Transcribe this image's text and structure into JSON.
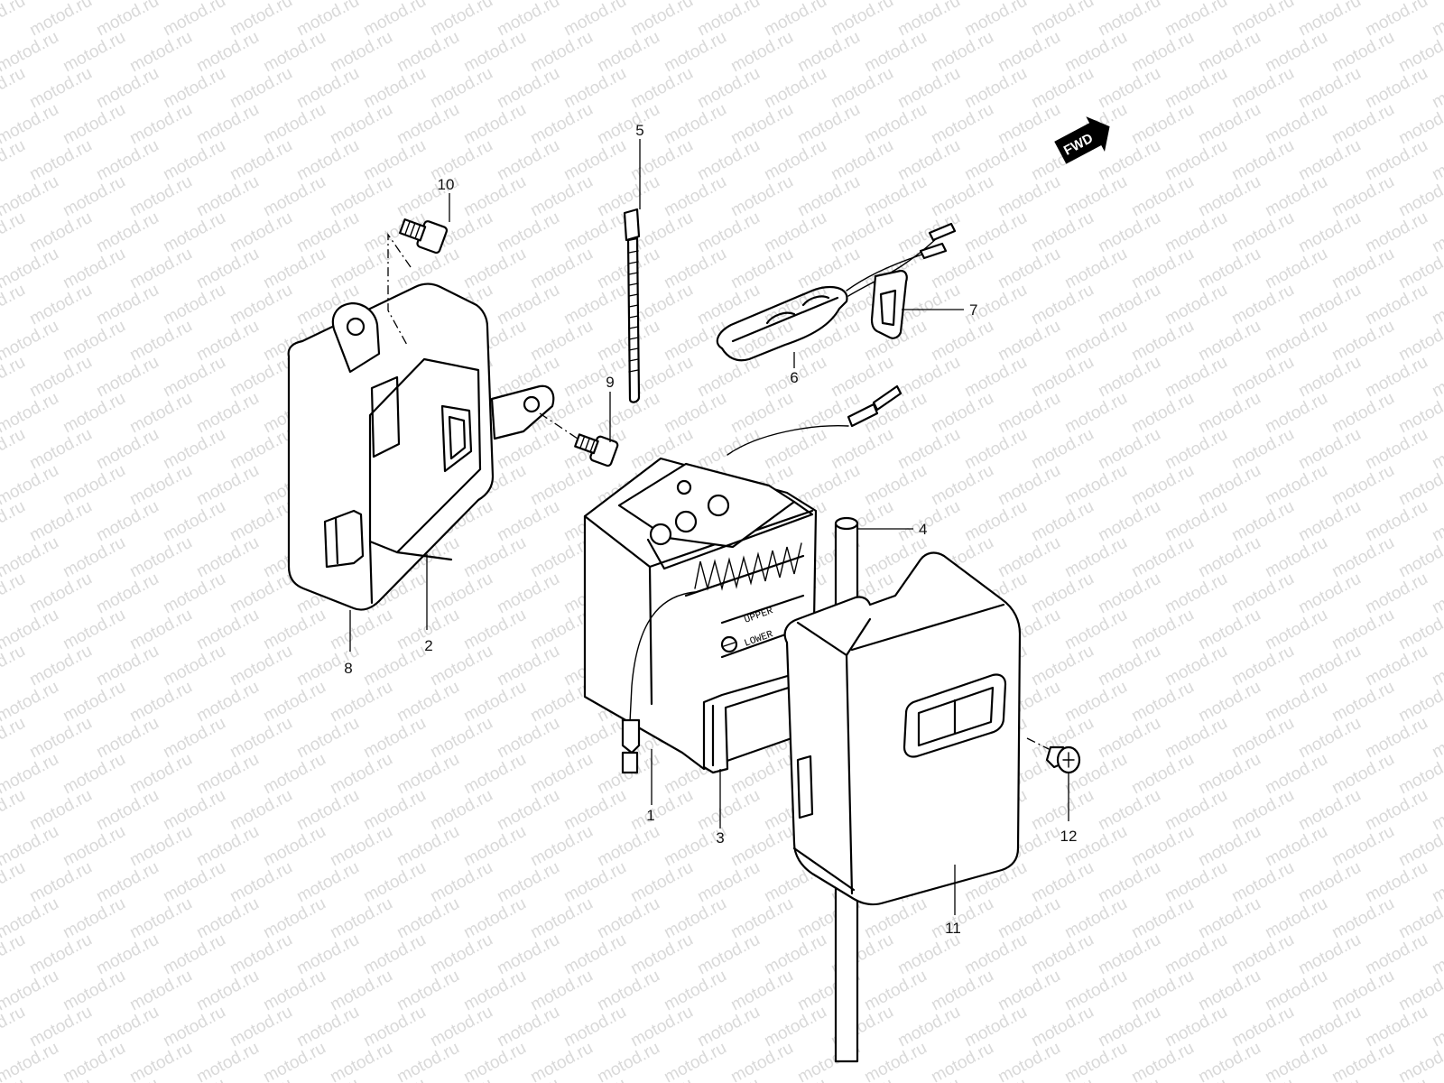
{
  "watermark": {
    "text": "motod.ru",
    "color": "#d9d9d9"
  },
  "fwd_badge": {
    "label": "FWD"
  },
  "battery_markings": {
    "upper": "UPPER",
    "lower": "LOWER"
  },
  "callouts": {
    "c1": "1",
    "c2": "2",
    "c3": "3",
    "c4": "4",
    "c5": "5",
    "c6": "6",
    "c7": "7",
    "c8": "8",
    "c9": "9",
    "c10": "10",
    "c11": "11",
    "c12": "12"
  },
  "colors": {
    "line": "#000000",
    "background": "#ffffff"
  }
}
